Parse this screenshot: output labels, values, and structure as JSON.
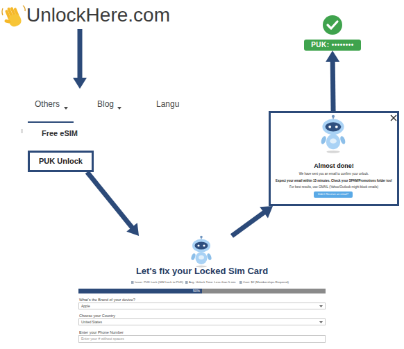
{
  "diagram": {
    "nodes": [
      {
        "text": [
          "UnlockHere.com"
        ]
      },
      {
        "text": [
          "Others",
          "Blog",
          "Langu",
          "Free eSIM"
        ]
      },
      {
        "text": [
          "PUK Unlock"
        ],
        "in": 1
      },
      {
        "text": [
          "Let's fix your Locked Sim Card",
          "Issue: PUK Lock (SIM Lock to PUK)",
          "Avg. Unlock Time: Less than 5 min",
          "Cost: $2 (Memberships Required)"
        ]
      },
      {
        "text": [
          "50%"
        ],
        "in": 3
      },
      {
        "text": [
          "What's the Brand of your device?",
          "Apple"
        ],
        "in": 3
      },
      {
        "text": [
          "Choose your Country",
          "United States"
        ],
        "in": 3
      },
      {
        "text": [
          "Enter your Phone Number",
          "Enter your # without spaces"
        ],
        "in": 3
      },
      {
        "text": [
          "Almost done!",
          "We have sent you an email to confirm your unlock.",
          "Expect your email within 15 minutes. Check your SPAM/Promotions folder too!",
          "For best results, use GMAIL (Yahoo/Outlook might block emails)"
        ]
      },
      {
        "text": [
          "Didn't Receive an email?"
        ],
        "in": 8
      },
      {
        "text": [
          "PUK: ••••••••"
        ]
      }
    ],
    "edges": [
      {
        "from": 0,
        "to": 1,
        "arrow": "to"
      },
      {
        "from": 2,
        "to": 3,
        "arrow": "to"
      },
      {
        "from": 3,
        "to": 8,
        "arrow": "to"
      },
      {
        "from": 8,
        "to": 10,
        "arrow": "to"
      }
    ]
  }
}
